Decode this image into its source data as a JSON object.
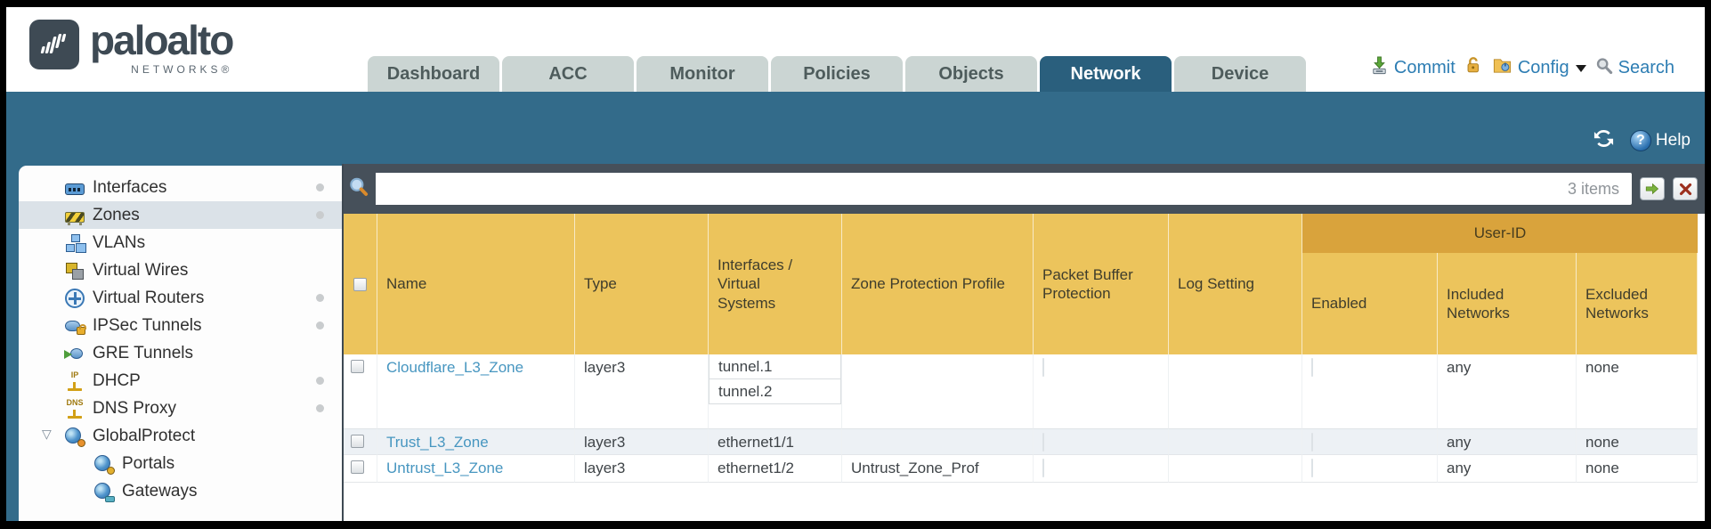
{
  "brand": {
    "name": "paloalto",
    "networks": "NETWORKS®"
  },
  "nav": {
    "tabs": [
      {
        "label": "Dashboard"
      },
      {
        "label": "ACC"
      },
      {
        "label": "Monitor"
      },
      {
        "label": "Policies"
      },
      {
        "label": "Objects"
      },
      {
        "label": "Network"
      },
      {
        "label": "Device"
      }
    ]
  },
  "header_actions": {
    "commit": "Commit",
    "config": "Config",
    "search": "Search"
  },
  "band": {
    "help_label": "Help"
  },
  "sidebar": {
    "items": [
      {
        "label": "Interfaces"
      },
      {
        "label": "Zones"
      },
      {
        "label": "VLANs"
      },
      {
        "label": "Virtual Wires"
      },
      {
        "label": "Virtual Routers"
      },
      {
        "label": "IPSec Tunnels"
      },
      {
        "label": "GRE Tunnels"
      },
      {
        "label": "DHCP"
      },
      {
        "label": "DNS Proxy"
      },
      {
        "label": "GlobalProtect"
      },
      {
        "label": "Portals"
      },
      {
        "label": "Gateways"
      }
    ]
  },
  "toolbar": {
    "search_value": "",
    "items_count": "3 items"
  },
  "table": {
    "group_header": "User-ID",
    "columns": [
      "Name",
      "Type",
      "Interfaces / Virtual Systems",
      "Zone Protection Profile",
      "Packet Buffer Protection",
      "Log Setting",
      "Enabled",
      "Included Networks",
      "Excluded Networks"
    ],
    "rows": [
      {
        "name": "Cloudflare_L3_Zone",
        "type": "layer3",
        "interfaces": [
          "tunnel.1",
          "tunnel.2"
        ],
        "zone_protection_profile": "",
        "log_setting": "",
        "included_networks": "any",
        "excluded_networks": "none"
      },
      {
        "name": "Trust_L3_Zone",
        "type": "layer3",
        "interfaces": [
          "ethernet1/1"
        ],
        "zone_protection_profile": "",
        "log_setting": "",
        "included_networks": "any",
        "excluded_networks": "none"
      },
      {
        "name": "Untrust_L3_Zone",
        "type": "layer3",
        "interfaces": [
          "ethernet1/2"
        ],
        "zone_protection_profile": "Untrust_Zone_Prof",
        "log_setting": "",
        "included_networks": "any",
        "excluded_networks": "none"
      }
    ]
  },
  "colors": {
    "teal_band": "#336b8a",
    "active_tab": "#2a5f7d",
    "header_amber": "#ecc45c",
    "user_id_band": "#d9a33c",
    "toolbar_dark": "#46505a",
    "link_blue": "#4796c0"
  }
}
